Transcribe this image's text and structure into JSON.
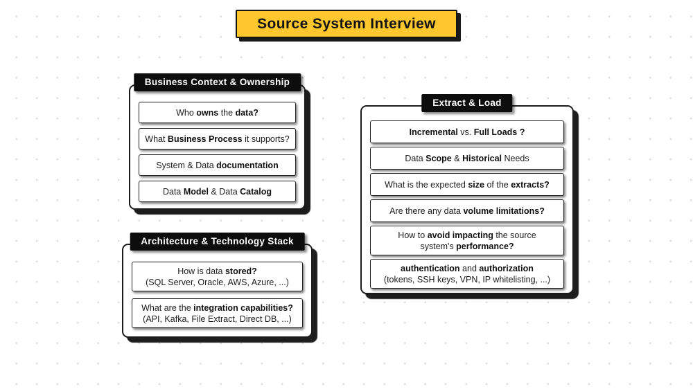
{
  "title": {
    "text": "Source System Interview",
    "accent_color": "#fdc72d"
  },
  "groups": [
    {
      "id": "business-context-ownership",
      "header": "Business Context & Ownership",
      "items": [
        {
          "name": "card-who-owns-data",
          "lines": [
            [
              {
                "t": "Who "
              },
              {
                "t": "owns",
                "b": true
              },
              {
                "t": " the "
              },
              {
                "t": "data?",
                "b": true
              }
            ]
          ]
        },
        {
          "name": "card-business-process",
          "lines": [
            [
              {
                "t": "What "
              },
              {
                "t": "Business Process",
                "b": true
              },
              {
                "t": " it supports?"
              }
            ]
          ]
        },
        {
          "name": "card-documentation",
          "lines": [
            [
              {
                "t": "System & Data "
              },
              {
                "t": "documentation",
                "b": true
              }
            ]
          ]
        },
        {
          "name": "card-data-model-catalog",
          "lines": [
            [
              {
                "t": "Data "
              },
              {
                "t": "Model",
                "b": true
              },
              {
                "t": " & Data "
              },
              {
                "t": "Catalog",
                "b": true
              }
            ]
          ]
        }
      ]
    },
    {
      "id": "architecture-technology-stack",
      "header": "Architecture & Technology Stack",
      "items": [
        {
          "name": "card-how-data-stored",
          "lines": [
            [
              {
                "t": "How is data "
              },
              {
                "t": "stored?",
                "b": true
              }
            ],
            [
              {
                "t": "(SQL Server, Oracle, AWS, Azure, ...)"
              }
            ]
          ]
        },
        {
          "name": "card-integration-capabilities",
          "lines": [
            [
              {
                "t": "What are the "
              },
              {
                "t": "integration capabilities?",
                "b": true
              }
            ],
            [
              {
                "t": "(API, Kafka, File Extract, Direct DB, ...)"
              }
            ]
          ]
        }
      ]
    },
    {
      "id": "extract-load",
      "header": "Extract & Load",
      "items": [
        {
          "name": "card-incremental-vs-full",
          "lines": [
            [
              {
                "t": "Incremental",
                "b": true
              },
              {
                "t": " vs. "
              },
              {
                "t": "Full Loads ?",
                "b": true
              }
            ]
          ]
        },
        {
          "name": "card-scope-historical",
          "lines": [
            [
              {
                "t": "Data "
              },
              {
                "t": "Scope",
                "b": true
              },
              {
                "t": " & "
              },
              {
                "t": "Historical",
                "b": true
              },
              {
                "t": " Needs"
              }
            ]
          ]
        },
        {
          "name": "card-expected-size",
          "lines": [
            [
              {
                "t": "What is the expected "
              },
              {
                "t": "size",
                "b": true
              },
              {
                "t": " of the "
              },
              {
                "t": "extracts?",
                "b": true
              }
            ]
          ]
        },
        {
          "name": "card-volume-limitations",
          "lines": [
            [
              {
                "t": "Are there any data "
              },
              {
                "t": "volume limitations?",
                "b": true
              }
            ]
          ]
        },
        {
          "name": "card-avoid-impacting",
          "lines": [
            [
              {
                "t": "How to "
              },
              {
                "t": "avoid impacting",
                "b": true
              },
              {
                "t": " the source"
              }
            ],
            [
              {
                "t": "system's "
              },
              {
                "t": "performance?",
                "b": true
              }
            ]
          ]
        },
        {
          "name": "card-authentication-authorization",
          "lines": [
            [
              {
                "t": "authentication",
                "b": true
              },
              {
                "t": " and "
              },
              {
                "t": "authorization",
                "b": true
              }
            ],
            [
              {
                "t": "(tokens, SSH keys, VPN, IP whitelisting, ...)"
              }
            ]
          ]
        }
      ]
    }
  ]
}
